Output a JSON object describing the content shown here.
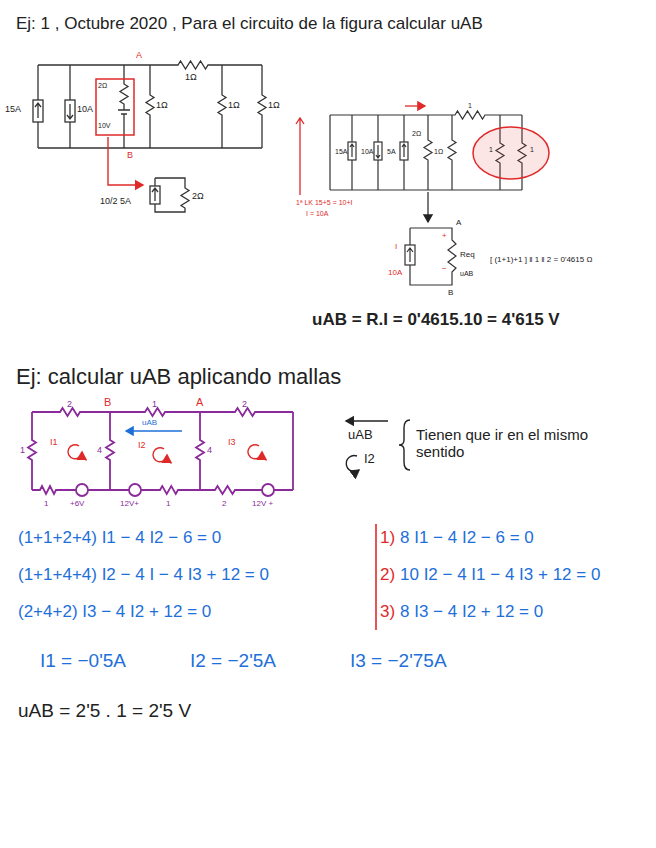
{
  "diagram": {
    "title": "Ej: 1 , Octubre 2020 , Para el circuito de la figura calcular uAB",
    "nodes": [
      {
        "text": [
          "2Ω",
          "10V"
        ]
      },
      {
        "text": [
          "1",
          "1"
        ]
      }
    ],
    "labels": [
      "15A",
      "10A",
      "A",
      "1Ω",
      "1Ω",
      "1Ω",
      "1Ω",
      "B",
      "10/2 5A",
      "2Ω",
      "15A",
      "10A",
      "5A",
      "2Ω",
      "1Ω",
      "1",
      "1ª LK  15+5 = 10+I",
      "I = 10A",
      "A",
      "+",
      "I",
      "10A",
      "Req",
      "−",
      "uAB",
      "B",
      "[ (1+1)+1 ] ‖ 1 ‖ 2 = 0'4615 Ω",
      "uAB = R.I = 0'4615.10 = 4'615 V",
      "Ej: calcular uAB aplicando mallas",
      "2",
      "B",
      "1",
      "A",
      "2",
      "1",
      "I1",
      "4",
      "I2",
      "uAB",
      "4",
      "I3",
      "1",
      "+6V",
      "12V+",
      "1",
      "2",
      "12V +",
      "uAB",
      "I2",
      "Tienen que ir en el mismo sentido",
      "(1+1+2+4) I1 − 4 I2 − 6 = 0",
      "(1+1+4+4) I2 − 4 I − 4 I3 + 12 = 0",
      "(2+4+2) I3 − 4 I2 + 12 = 0",
      "1)",
      "8 I1 − 4 I2 − 6 = 0",
      "2)",
      "10 I2 − 4 I1 − 4 I3 + 12 = 0",
      "3)",
      "8 I3 − 4 I2 + 12 = 0",
      "I1 = −0'5A",
      "I2 = −2'5A",
      "I3 = −2'75A",
      "uAB = 2'5 . 1 = 2'5 V"
    ]
  }
}
